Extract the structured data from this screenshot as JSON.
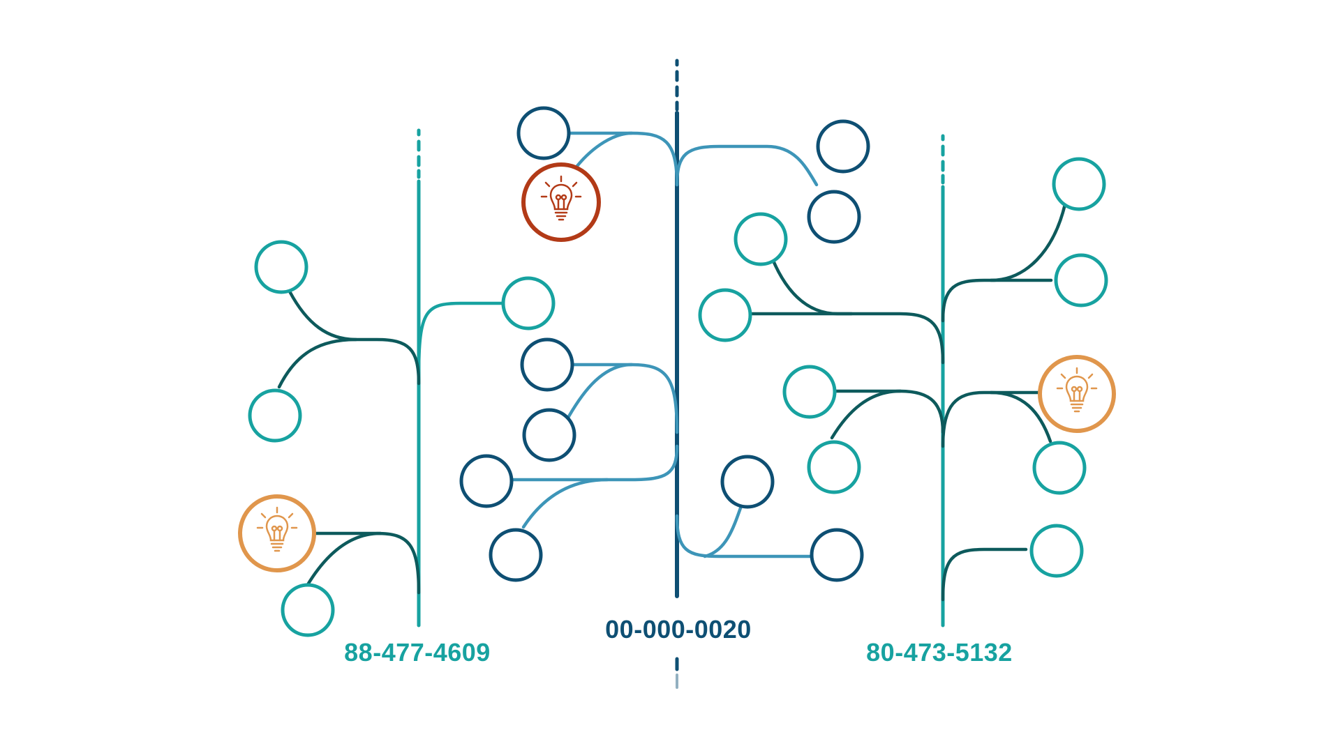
{
  "colors": {
    "teal": "#17a2a0",
    "dark_teal": "#0d5a5c",
    "navy": "#0e4f73",
    "light_blue": "#3d95b8",
    "dark_red": "#b23a17",
    "orange": "#e0964c",
    "background": "#ffffff"
  },
  "stems": [
    {
      "id": "left",
      "label": "88-477-4609",
      "color": "teal"
    },
    {
      "id": "center",
      "label": "00-000-0020",
      "color": "navy"
    },
    {
      "id": "right",
      "label": "80-473-5132",
      "color": "teal"
    }
  ],
  "idea_nodes": [
    {
      "id": "idea-center",
      "icon": "lightbulb-icon",
      "color": "dark_red"
    },
    {
      "id": "idea-left",
      "icon": "lightbulb-icon",
      "color": "orange"
    },
    {
      "id": "idea-right",
      "icon": "lightbulb-icon",
      "color": "orange"
    }
  ]
}
